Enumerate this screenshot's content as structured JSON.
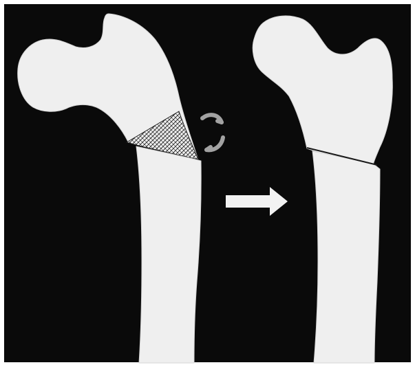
{
  "figure": {
    "panels": [
      {
        "id": "before",
        "state": "femur with wedge marked for removal",
        "wedge": "hatched wedge"
      },
      {
        "id": "after",
        "state": "femur after wedge removal, osteotomy closed"
      }
    ],
    "arrow_direction": "right",
    "colors": {
      "background": "#0a0a0a",
      "bone": "#efefef",
      "bone_edge": "#d4d4d4",
      "frame": "#ffffff",
      "hatch": "#1e1e1e",
      "arrow": "#f2f2f2",
      "rotation_marks": "#bdbdbd"
    },
    "icons": [
      "rotation-arrows-icon",
      "right-arrow-icon"
    ]
  }
}
